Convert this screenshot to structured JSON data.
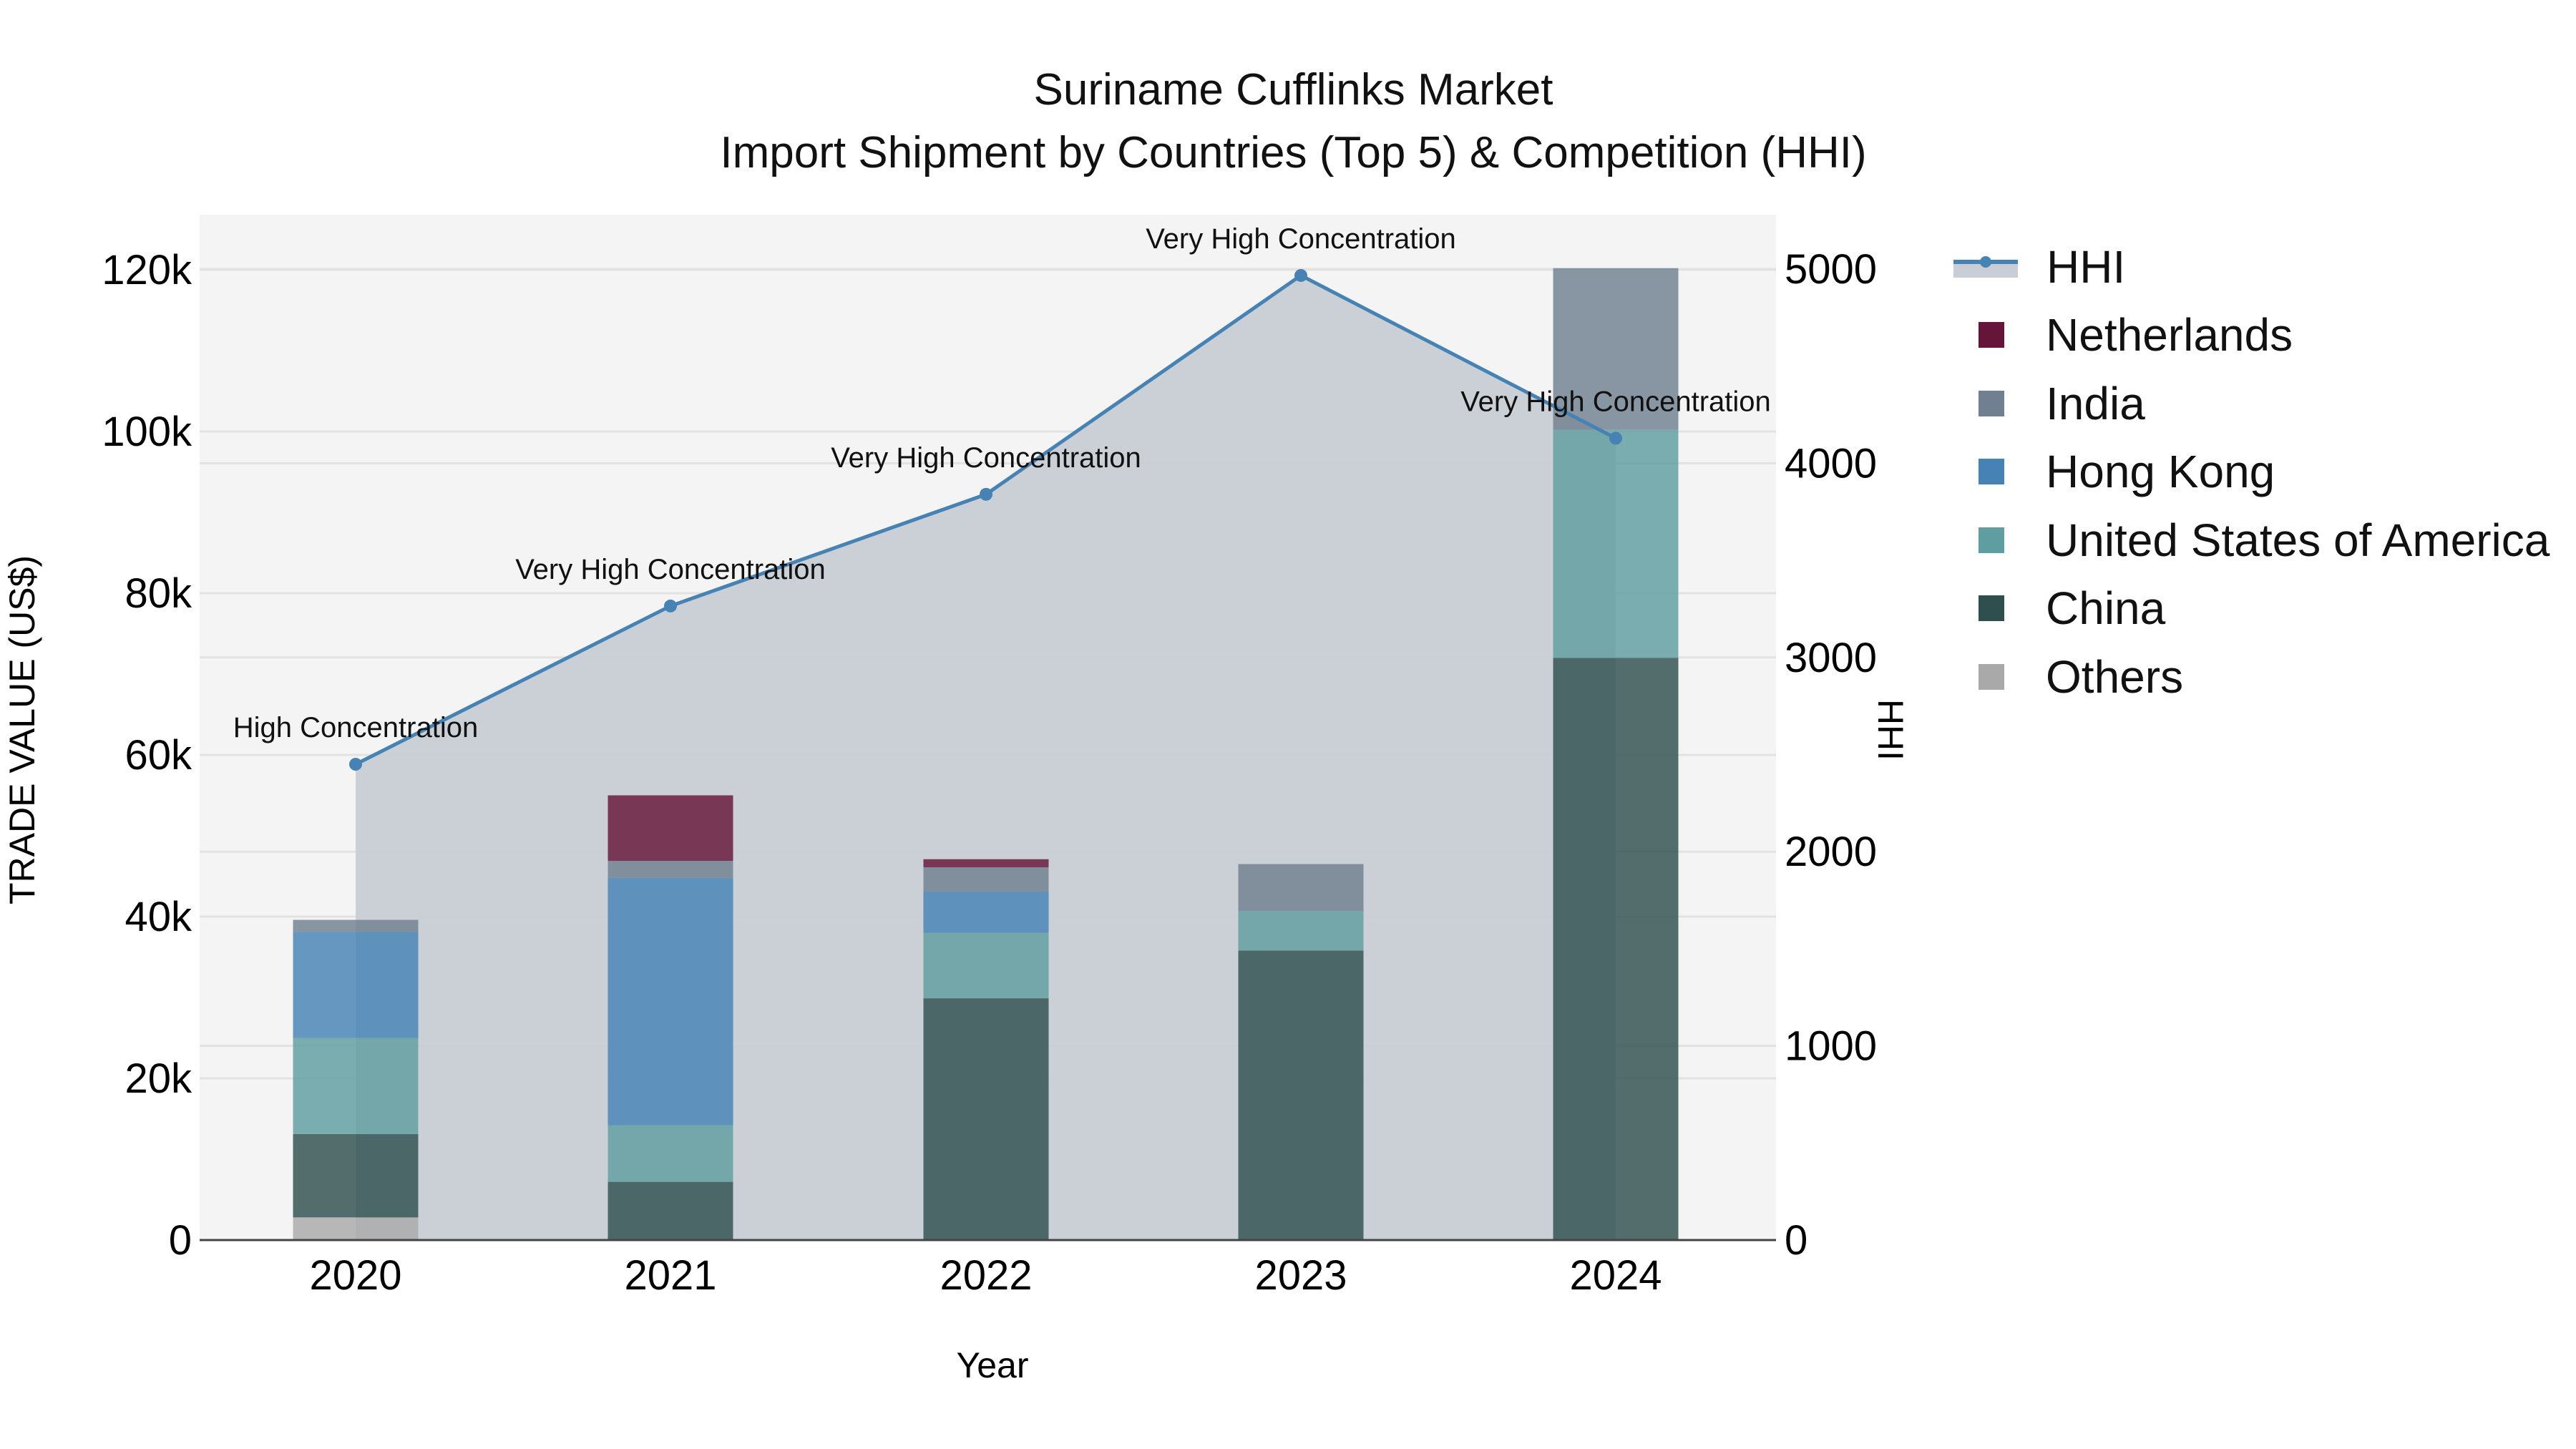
{
  "title": {
    "line1": "Suriname Cufflinks Market",
    "line2": "Import Shipment by Countries (Top 5) & Competition (HHI)"
  },
  "axes": {
    "x_title": "Year",
    "y_left_title": "TRADE VALUE (US$)",
    "y_right_title": "HHI",
    "y_left_ticks": [
      "0",
      "20k",
      "40k",
      "60k",
      "80k",
      "100k",
      "120k"
    ],
    "y_right_ticks": [
      "0",
      "1000",
      "2000",
      "3000",
      "4000",
      "5000"
    ],
    "x_ticks": [
      "2020",
      "2021",
      "2022",
      "2023",
      "2024"
    ]
  },
  "legend": [
    {
      "label": "HHI",
      "type": "line",
      "color": "#4682b4"
    },
    {
      "label": "Netherlands",
      "type": "bar",
      "color": "#641538"
    },
    {
      "label": "India",
      "type": "bar",
      "color": "#708090"
    },
    {
      "label": "Hong Kong",
      "type": "bar",
      "color": "#4682b4"
    },
    {
      "label": "United States of America",
      "type": "bar",
      "color": "#5f9ea0"
    },
    {
      "label": "China",
      "type": "bar",
      "color": "#2f4f4f"
    },
    {
      "label": "Others",
      "type": "bar",
      "color": "#a9a9a9"
    }
  ],
  "annotations": [
    {
      "year": "2020",
      "text": "High Concentration"
    },
    {
      "year": "2021",
      "text": "Very High Concentration"
    },
    {
      "year": "2022",
      "text": "Very High Concentration"
    },
    {
      "year": "2023",
      "text": "Very High Concentration"
    },
    {
      "year": "2024",
      "text": "Very High Concentration"
    }
  ],
  "chart_data": {
    "type": "bar",
    "subtype": "stacked bar + line (secondary axis)",
    "title": "Suriname Cufflinks Market — Import Shipment by Countries (Top 5) & Competition (HHI)",
    "xlabel": "Year",
    "ylabel": "TRADE VALUE (US$)",
    "y2label": "HHI",
    "categories": [
      "2020",
      "2021",
      "2022",
      "2023",
      "2024"
    ],
    "ylim": [
      0,
      126500
    ],
    "y2lim": [
      0,
      5270
    ],
    "grid": true,
    "legend_position": "right",
    "series": [
      {
        "name": "Others",
        "color": "#a9a9a9",
        "values": [
          2800,
          0,
          0,
          0,
          0
        ]
      },
      {
        "name": "China",
        "color": "#2f4f4f",
        "values": [
          10300,
          7200,
          29900,
          35800,
          72000
        ]
      },
      {
        "name": "United States of America",
        "color": "#5f9ea0",
        "values": [
          11900,
          7000,
          8100,
          4900,
          28200
        ]
      },
      {
        "name": "Hong Kong",
        "color": "#4682b4",
        "values": [
          13100,
          30600,
          5100,
          0,
          0
        ]
      },
      {
        "name": "India",
        "color": "#708090",
        "values": [
          1500,
          2100,
          3000,
          5800,
          20000
        ]
      },
      {
        "name": "Netherlands",
        "color": "#641538",
        "values": [
          0,
          8100,
          1000,
          0,
          0
        ]
      }
    ],
    "line_series": {
      "name": "HHI",
      "axis": "right",
      "color": "#4682b4",
      "values": [
        2450,
        3265,
        3840,
        4967,
        4129
      ],
      "labels": [
        "High Concentration",
        "Very High Concentration",
        "Very High Concentration",
        "Very High Concentration",
        "Very High Concentration"
      ]
    }
  }
}
